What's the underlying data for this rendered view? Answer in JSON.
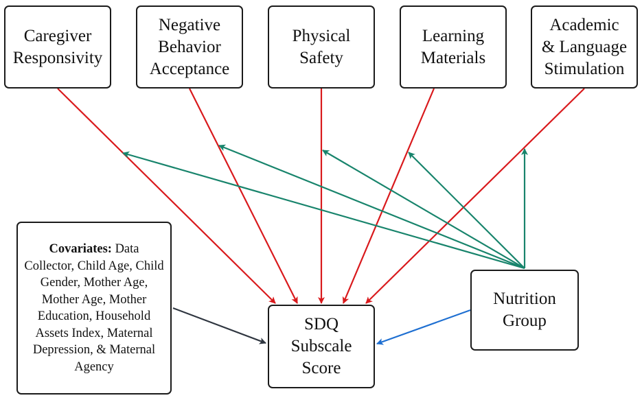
{
  "nodes": {
    "caregiver": {
      "lines": [
        "Caregiver",
        "Responsivity"
      ]
    },
    "negative": {
      "lines": [
        "Negative",
        "Behavior",
        "Acceptance"
      ]
    },
    "physical": {
      "lines": [
        "Physical",
        "Safety"
      ]
    },
    "learning": {
      "lines": [
        "Learning",
        "Materials"
      ]
    },
    "academic": {
      "lines": [
        "Academic",
        "& Language",
        "Stimulation"
      ]
    },
    "sdq": {
      "lines": [
        "SDQ",
        "Subscale",
        "Score"
      ]
    },
    "nutrition": {
      "lines": [
        "Nutrition",
        "Group"
      ]
    },
    "covariates": {
      "heading": "Covariates:",
      "text": "Data Collector, Child Age, Child Gender, Mother Age, Mother Age, Mother Education, Household Assets Index, Maternal Depression, & Maternal Agency"
    }
  },
  "colors": {
    "red": "#d9191c",
    "green": "#18846c",
    "blue": "#1e6fd1",
    "dark": "#2f3640",
    "border": "#1a1a1a"
  },
  "edges": [
    {
      "from": "caregiver",
      "to": "sdq",
      "color": "red"
    },
    {
      "from": "negative",
      "to": "sdq",
      "color": "red"
    },
    {
      "from": "physical",
      "to": "sdq",
      "color": "red"
    },
    {
      "from": "learning",
      "to": "sdq",
      "color": "red"
    },
    {
      "from": "academic",
      "to": "sdq",
      "color": "red"
    },
    {
      "from": "nutrition",
      "to": "caregiver-path",
      "color": "green"
    },
    {
      "from": "nutrition",
      "to": "negative-path",
      "color": "green"
    },
    {
      "from": "nutrition",
      "to": "physical-path",
      "color": "green"
    },
    {
      "from": "nutrition",
      "to": "learning-path",
      "color": "green"
    },
    {
      "from": "nutrition",
      "to": "academic-path",
      "color": "green"
    },
    {
      "from": "covariates",
      "to": "sdq",
      "color": "dark"
    },
    {
      "from": "nutrition",
      "to": "sdq",
      "color": "blue"
    }
  ]
}
